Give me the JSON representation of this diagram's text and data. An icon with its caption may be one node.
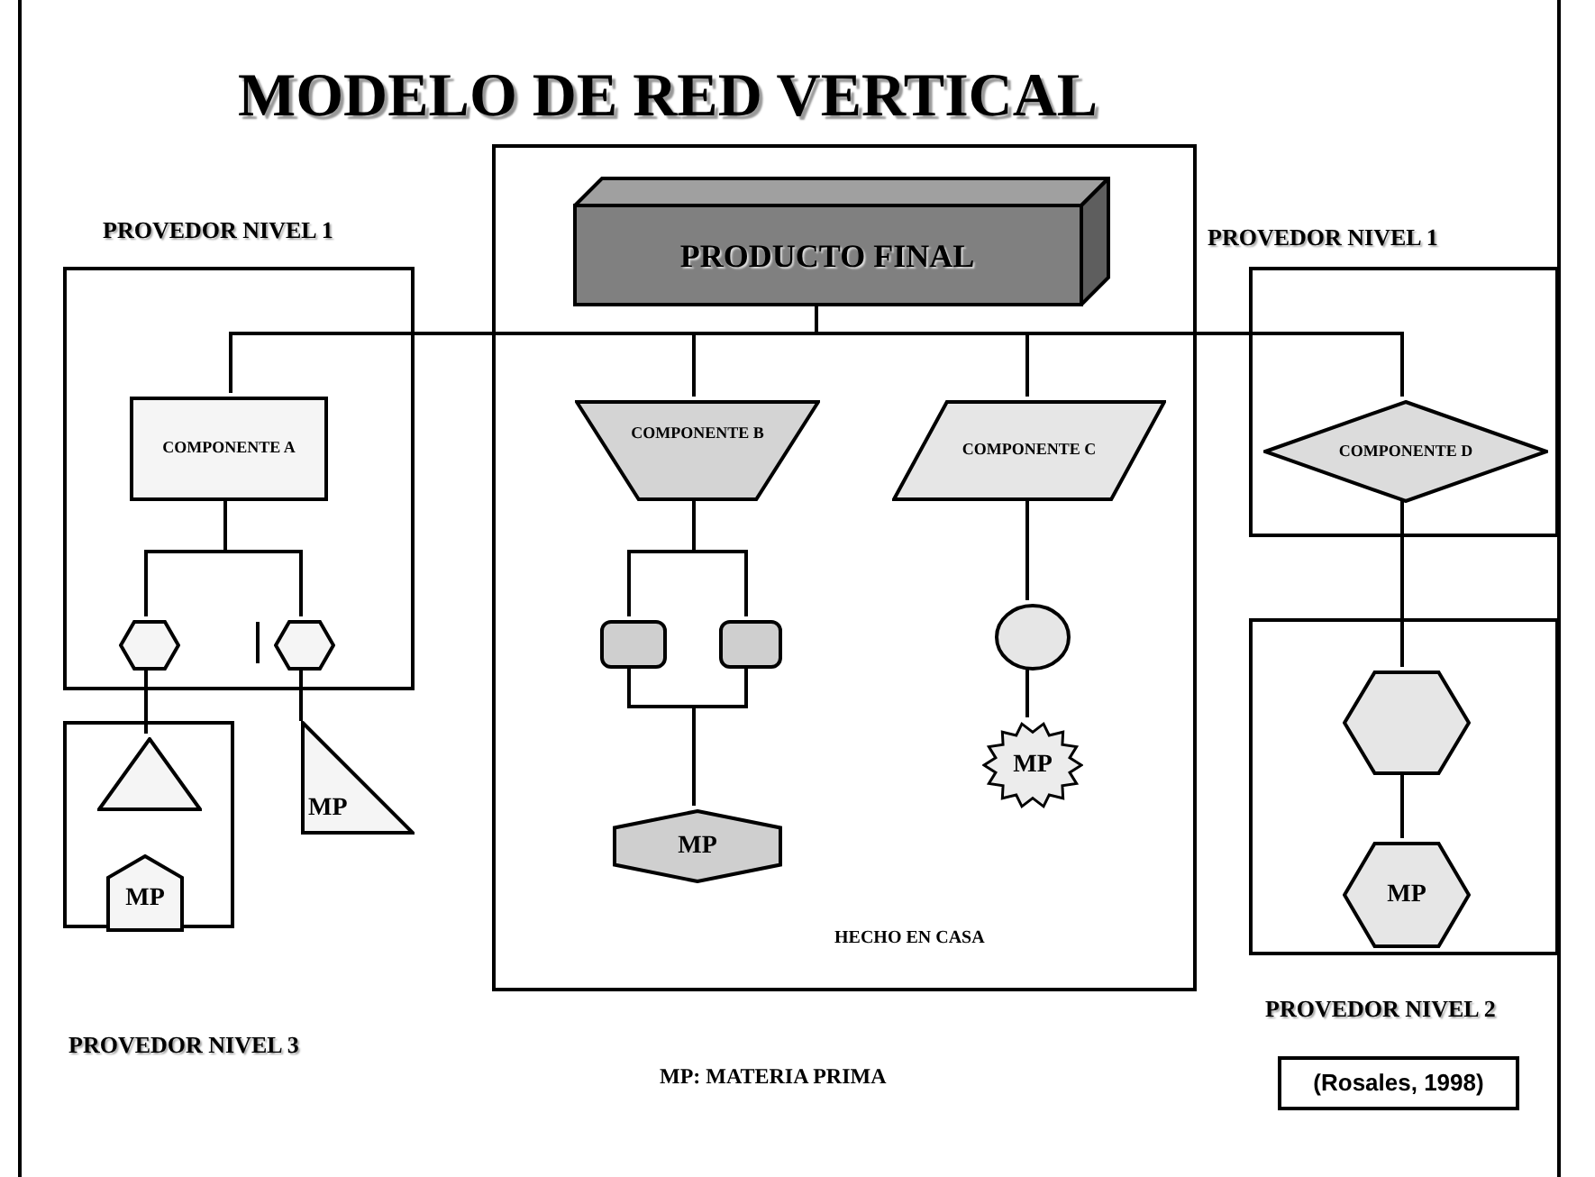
{
  "diagram": {
    "title": "MODELO DE RED VERTICAL",
    "nodes": [
      {
        "text": [
          "PROVEDOR NIVEL 1"
        ]
      },
      {
        "text": [
          "COMPONENTE A"
        ],
        "in": 0
      },
      {
        "text": [],
        "shape": "hexagon",
        "in": 0
      },
      {
        "text": [],
        "shape": "hexagon",
        "in": 0
      },
      {
        "text": [],
        "shape": "box"
      },
      {
        "text": [],
        "shape": "triangle",
        "in": 4
      },
      {
        "text": [
          "MP"
        ],
        "in": 4
      },
      {
        "text": [
          "MP"
        ]
      },
      {
        "text": [
          "HECHO EN CASA"
        ]
      },
      {
        "text": [
          "PRODUCTO FINAL"
        ],
        "in": 8
      },
      {
        "text": [
          "COMPONENTE B"
        ],
        "in": 8
      },
      {
        "text": [],
        "shape": "box",
        "in": 8
      },
      {
        "text": [],
        "shape": "box",
        "in": 8
      },
      {
        "text": [
          "MP"
        ],
        "in": 8
      },
      {
        "text": [
          "COMPONENTE C"
        ],
        "in": 8
      },
      {
        "text": [],
        "shape": "circle",
        "in": 8
      },
      {
        "text": [
          "MP"
        ],
        "in": 8
      },
      {
        "text": [
          "PROVEDOR NIVEL 1"
        ]
      },
      {
        "text": [
          "COMPONENTE D"
        ],
        "in": 17
      },
      {
        "text": [
          "PROVEDOR NIVEL 2"
        ]
      },
      {
        "text": [],
        "shape": "hexagon",
        "in": 19
      },
      {
        "text": [
          "MP"
        ],
        "in": 19
      },
      {
        "text": [
          "(Rosales, 1998)"
        ]
      }
    ],
    "edges": [
      {
        "from": 9,
        "to": 1,
        "arrow": "none"
      },
      {
        "from": 9,
        "to": 10,
        "arrow": "none"
      },
      {
        "from": 9,
        "to": 14,
        "arrow": "none"
      },
      {
        "from": 9,
        "to": 18,
        "arrow": "none"
      },
      {
        "from": 1,
        "to": 2,
        "arrow": "none"
      },
      {
        "from": 1,
        "to": 3,
        "arrow": "none"
      },
      {
        "from": 2,
        "to": 5,
        "arrow": "none"
      },
      {
        "from": 3,
        "to": 7,
        "arrow": "none"
      },
      {
        "from": 10,
        "to": 11,
        "arrow": "none"
      },
      {
        "from": 10,
        "to": 12,
        "arrow": "none"
      },
      {
        "from": 11,
        "to": 13,
        "arrow": "none"
      },
      {
        "from": 12,
        "to": 13,
        "arrow": "none"
      },
      {
        "from": 14,
        "to": 15,
        "arrow": "none"
      },
      {
        "from": 15,
        "to": 16,
        "arrow": "none"
      },
      {
        "from": 18,
        "to": 20,
        "arrow": "none"
      },
      {
        "from": 20,
        "to": 21,
        "arrow": "none"
      }
    ],
    "labels": [
      "PROVEDOR NIVEL 3",
      "MP: MATERIA PRIMA"
    ]
  }
}
